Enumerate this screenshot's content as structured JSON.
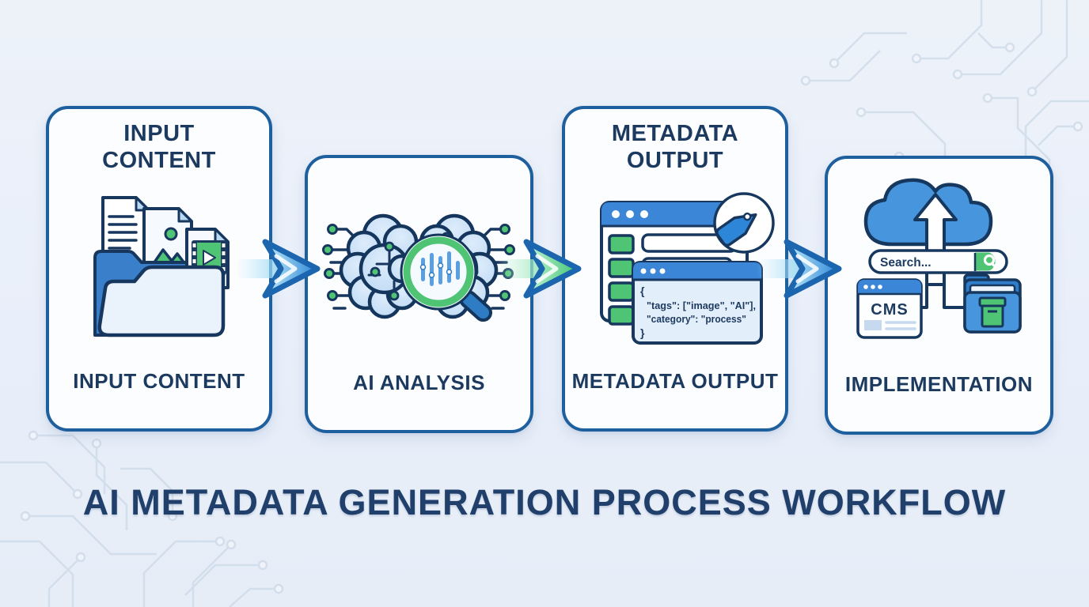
{
  "title": "AI METADATA GENERATION PROCESS WORKFLOW",
  "steps": [
    {
      "header_line1": "INPUT",
      "header_line2": "CONTENT",
      "label": "INPUT CONTENT",
      "icon": "folder-with-documents-icon"
    },
    {
      "header_line1": "",
      "header_line2": "",
      "label": "AI ANALYSIS",
      "icon": "brain-circuit-magnifier-icon"
    },
    {
      "header_line1": "METADATA",
      "header_line2": "OUTPUT",
      "label": "METADATA OUTPUT",
      "icon": "browser-tag-code-window-icon"
    },
    {
      "header_line1": "",
      "header_line2": "",
      "label": "IMPLEMENTATION",
      "icon": "cloud-search-cms-folder-icon"
    }
  ],
  "code_window": {
    "lines": [
      "{",
      "\"tags\": [\"image\", \"AI\"],",
      "\"category\": \"process\"",
      "}"
    ]
  },
  "implementation": {
    "search_text": "Search...",
    "cms_label": "CMS"
  },
  "arrows": [
    {
      "direction": "right",
      "color_name": "blue"
    },
    {
      "direction": "right",
      "color_name": "green"
    },
    {
      "direction": "right",
      "color_name": "blue"
    }
  ],
  "colors": {
    "background": "#e9eff8",
    "card_border": "#1e5f9e",
    "text_navy": "#1c3a5f",
    "accent_blue": "#3c86d7",
    "accent_green": "#4ec474",
    "arrow_blue": "#2e86d8",
    "arrow_green": "#3fc473",
    "circuit_trace": "#ccd9e8"
  }
}
